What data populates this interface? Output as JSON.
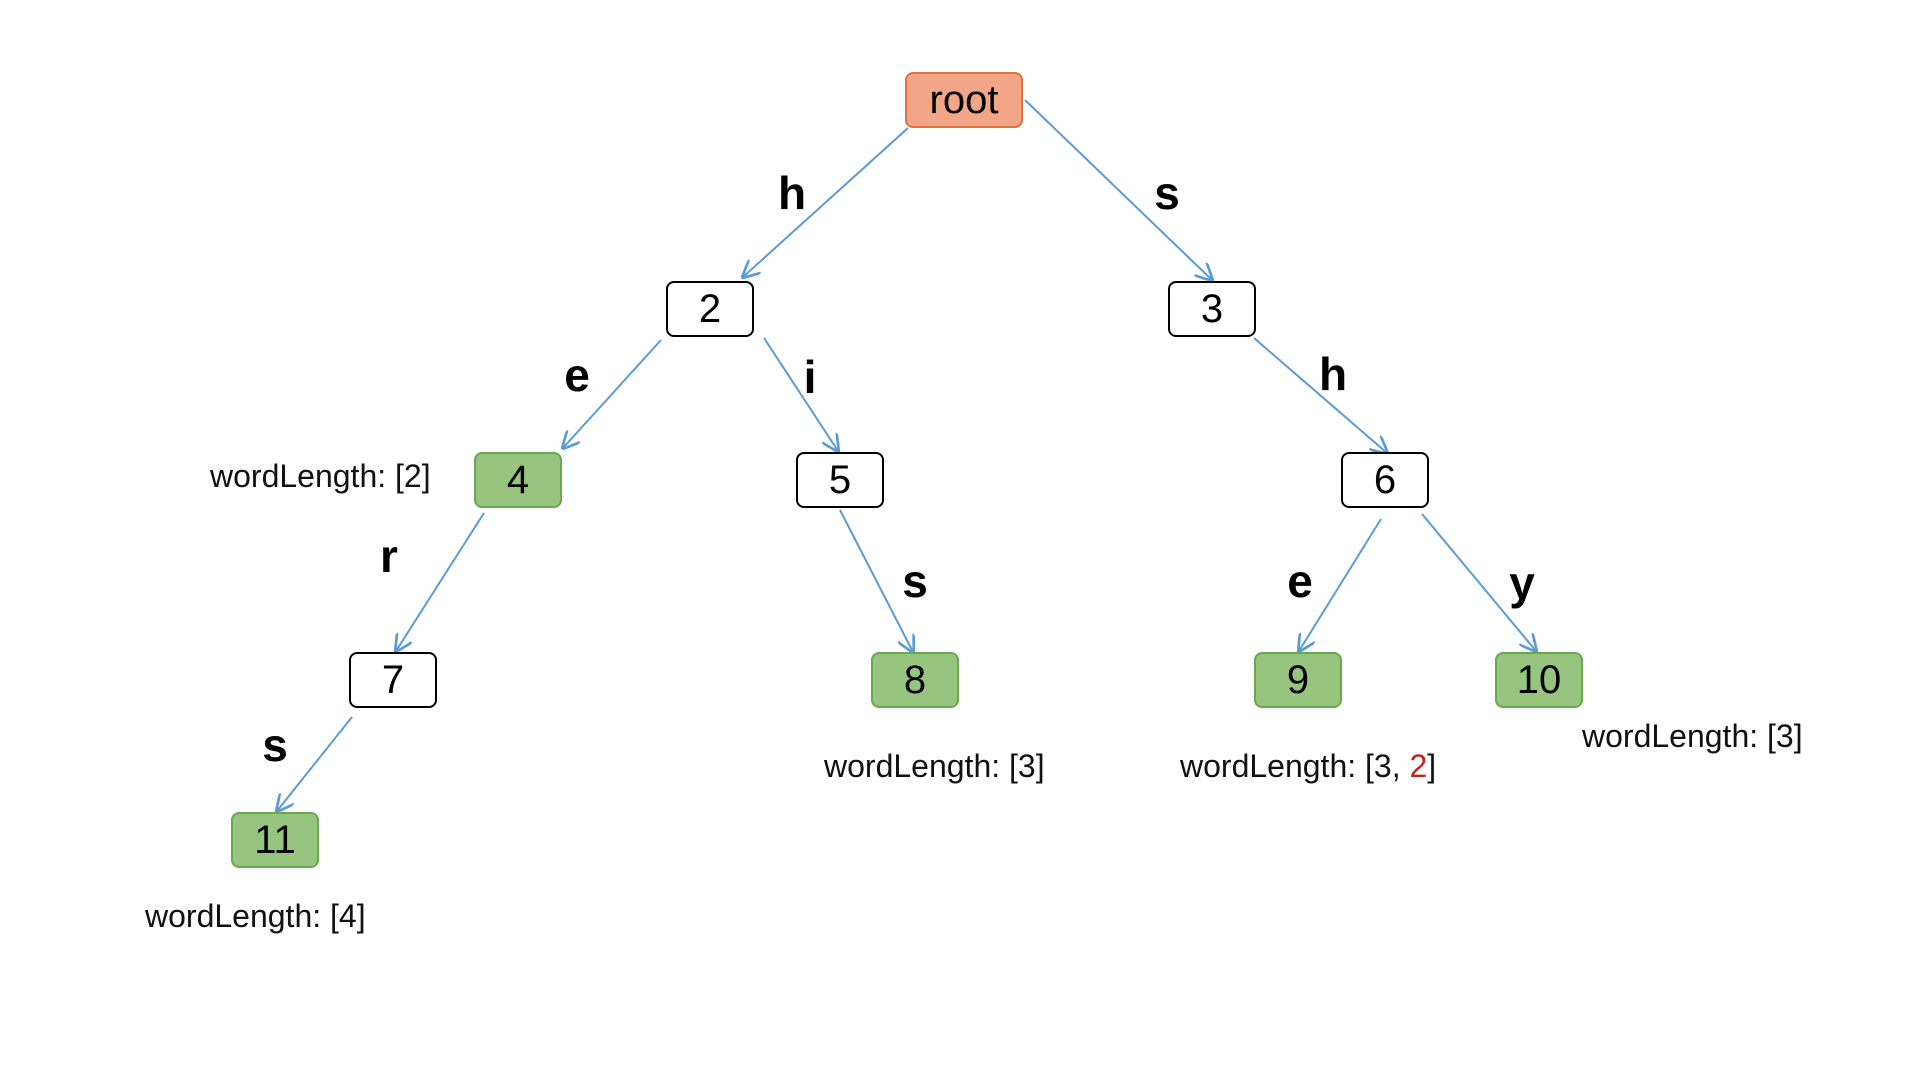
{
  "colors": {
    "edge": "#5b9bd5",
    "root_fill": "#f2a587",
    "word_fill": "#97c47e",
    "highlight": "#c0261f"
  },
  "nodes": {
    "root": "root",
    "n2": "2",
    "n3": "3",
    "n4": "4",
    "n5": "5",
    "n6": "6",
    "n7": "7",
    "n8": "8",
    "n9": "9",
    "n10": "10",
    "n11": "11"
  },
  "edges": {
    "root_2": "h",
    "root_3": "s",
    "n2_4": "e",
    "n2_5": "i",
    "n3_6": "h",
    "n4_7": "r",
    "n5_8": "s",
    "n6_9": "e",
    "n6_10": "y",
    "n7_11": "s"
  },
  "annotations": {
    "n4": "wordLength: [2]",
    "n8": "wordLength: [3]",
    "n9_prefix": "wordLength: [3, ",
    "n9_highlight": "2",
    "n9_suffix": "]",
    "n10": "wordLength: [3]",
    "n11": "wordLength: [4]"
  }
}
